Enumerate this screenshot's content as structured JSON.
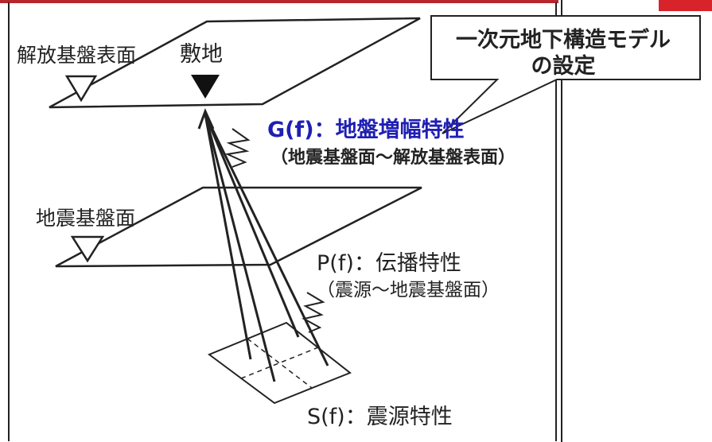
{
  "labels": {
    "bedrock_surface": "解放基盤表面",
    "site": "敷地",
    "seismic_bedrock": "地震基盤面",
    "g_title": "G(f)：地盤増幅特性",
    "g_sub": "（地震基盤面～解放基盤表面）",
    "p_title": "P(f)：伝播特性",
    "p_sub": "（震源～地震基盤面）",
    "s_title": "S(f)：震源特性"
  },
  "callout": {
    "line1": "一次元地下構造モデル",
    "line2": "の設定"
  },
  "colors": {
    "accent_blue": "#1f1fb4",
    "brand_red": "#d9232a",
    "ink": "#222222"
  }
}
